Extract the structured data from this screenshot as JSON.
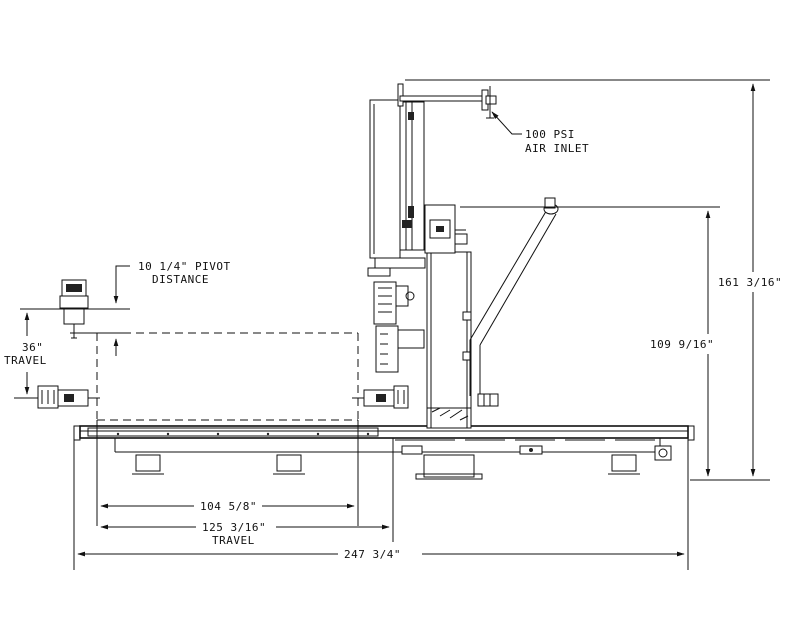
{
  "labels": {
    "air_inlet_line1": "100 PSI",
    "air_inlet_line2": "AIR INLET",
    "pivot_line1": "10 1/4\" PIVOT",
    "pivot_line2": "DISTANCE",
    "travel_36_line1": "36\"",
    "travel_36_line2": "TRAVEL",
    "height_161": "161 3/16\"",
    "height_109": "109 9/16\"",
    "width_104": "104 5/8\"",
    "width_125_line1": "125 3/16\"",
    "width_125_line2": "TRAVEL",
    "width_247": "247 3/4\""
  },
  "colors": {
    "line": "#111111",
    "background": "#ffffff"
  }
}
